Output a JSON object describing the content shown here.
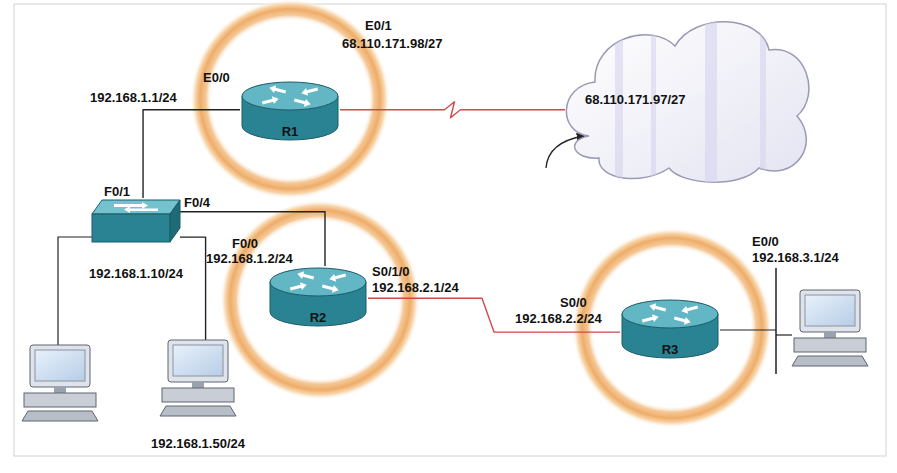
{
  "diagram": {
    "nodes": [
      {
        "text": [
          "R1"
        ]
      },
      {
        "text": [
          "68.110.171.97/27"
        ]
      },
      {
        "text": [
          "192.168.1.10/24"
        ]
      },
      {
        "text": [
          "R2"
        ]
      },
      {
        "text": [
          "R3"
        ]
      },
      {
        "text": [
          "192.168.1.50/24"
        ]
      }
    ],
    "edges": [
      {
        "from": 0,
        "to": 1,
        "arrow": "none"
      },
      {
        "from": 2,
        "to": 0,
        "arrow": "none"
      },
      {
        "from": 2,
        "to": 3,
        "arrow": "none"
      },
      {
        "from": 3,
        "to": 4,
        "arrow": "none"
      },
      {
        "from": 2,
        "to": 5,
        "arrow": "none"
      }
    ],
    "labels": [
      "E0/0",
      "192.168.1.1/24",
      "E0/1",
      "68.110.171.98/27",
      "F0/1",
      "F0/4",
      "F0/0",
      "192.168.1.2/24",
      "S0/1/0",
      "192.168.2.1/24",
      "S0/0",
      "192.168.2.2/24",
      "E0/0",
      "192.168.3.1/24"
    ]
  }
}
